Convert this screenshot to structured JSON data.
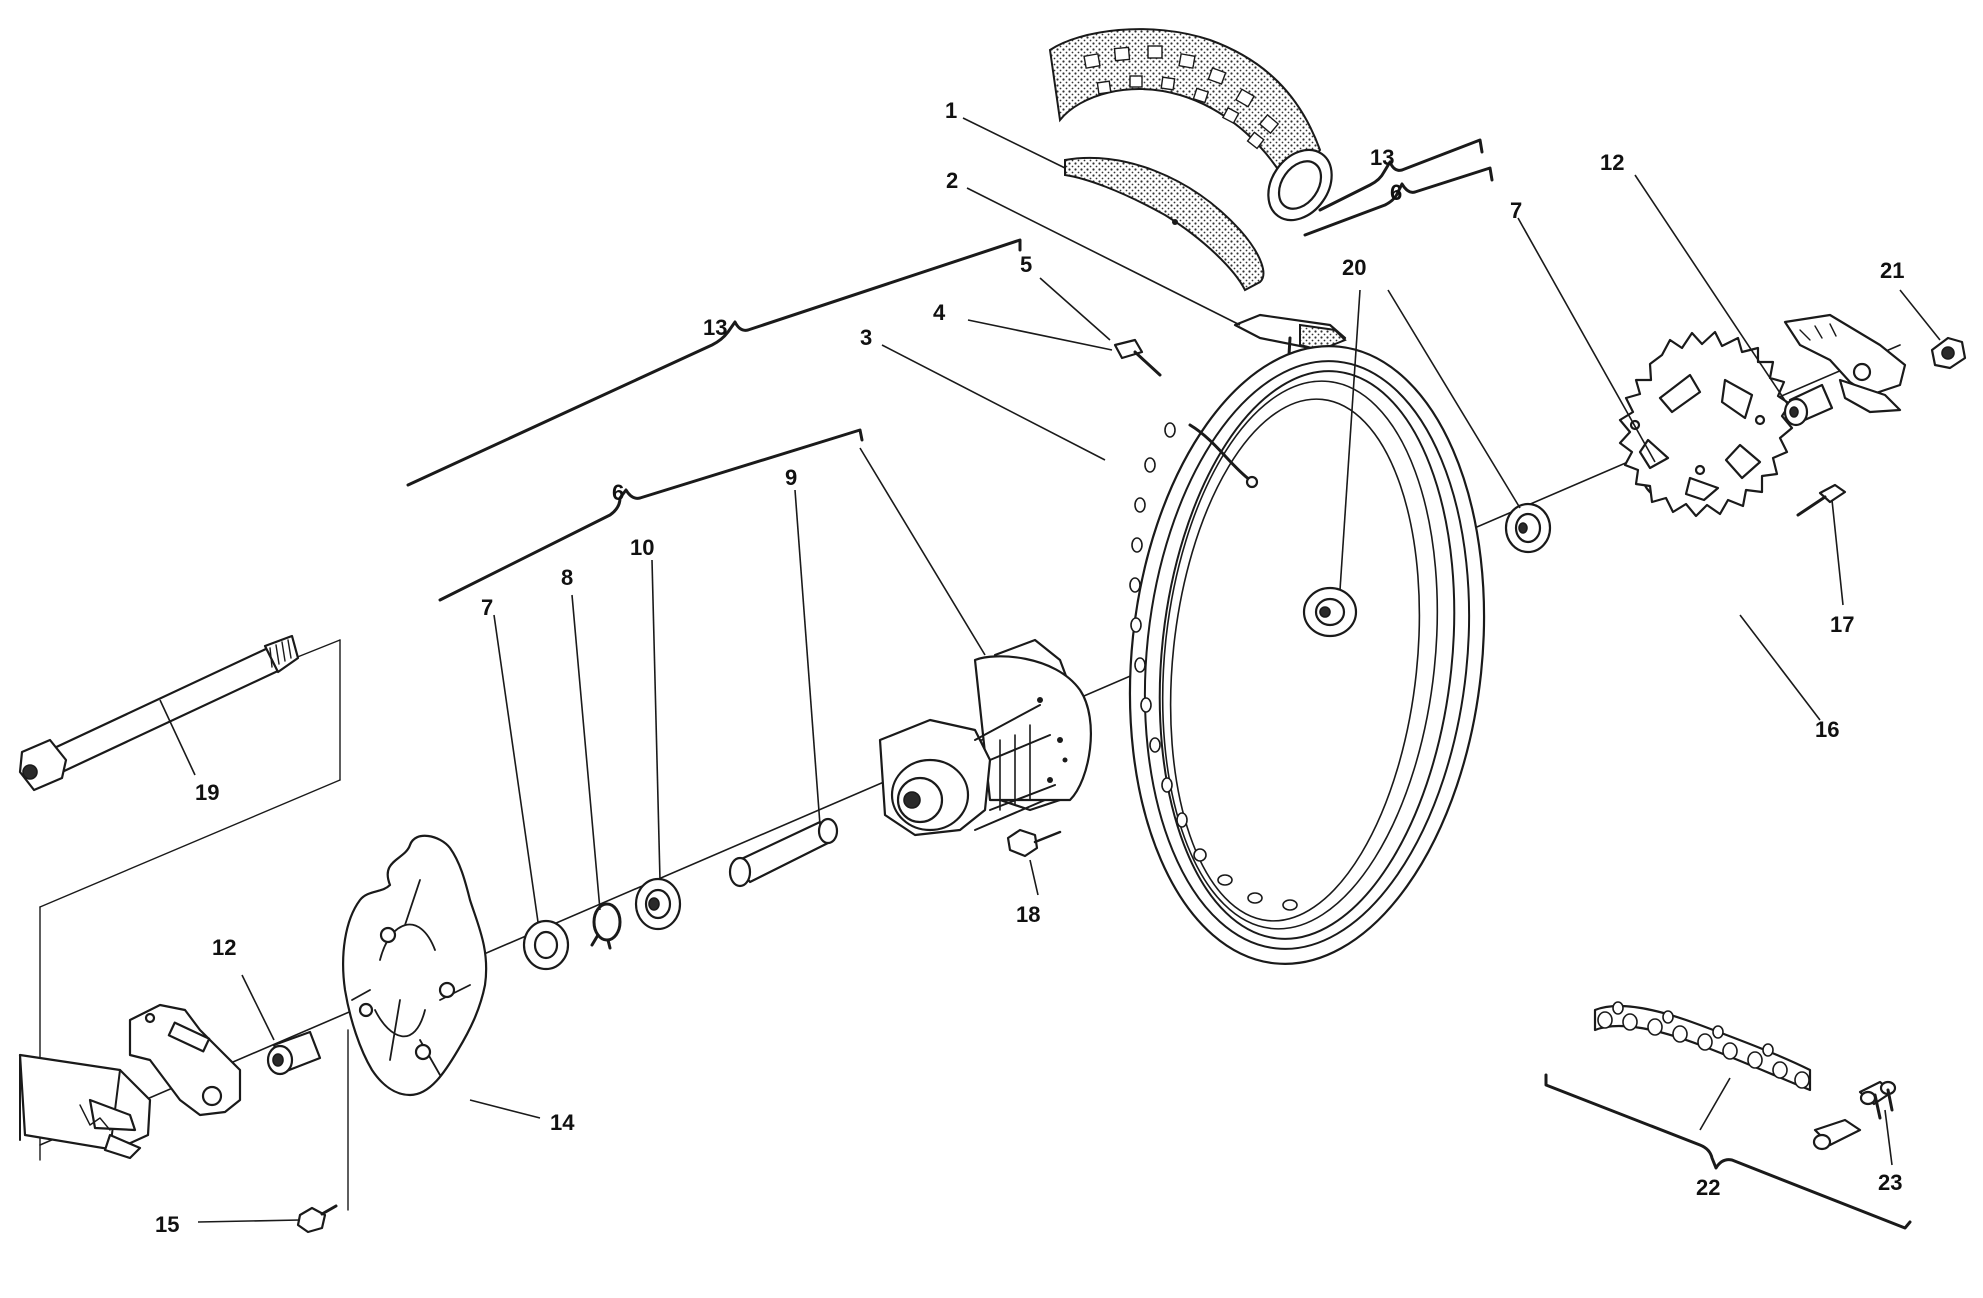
{
  "labels": {
    "p1": "1",
    "p2": "2",
    "p3": "3",
    "p4": "4",
    "p5": "5",
    "p6a": "6",
    "p6b": "6",
    "p7a": "7",
    "p7b": "7",
    "p8": "8",
    "p9": "9",
    "p10": "10",
    "p12a": "12",
    "p12b": "12",
    "p13a": "13",
    "p13b": "13",
    "p14": "14",
    "p15": "15",
    "p16": "16",
    "p17": "17",
    "p18": "18",
    "p19": "19",
    "p20": "20",
    "p21": "21",
    "p22": "22",
    "p23": "23"
  },
  "colors": {
    "ink": "#1a1a1a",
    "background": "#ffffff"
  }
}
